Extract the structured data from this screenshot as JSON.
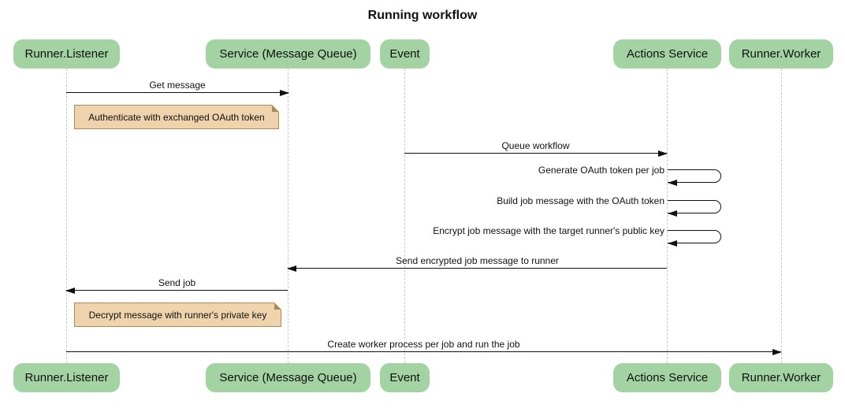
{
  "title": "Running workflow",
  "diagram_type": "sequence",
  "participants": [
    {
      "id": "runner-listener",
      "label": "Runner.Listener"
    },
    {
      "id": "service-message-queue",
      "label": "Service (Message Queue)"
    },
    {
      "id": "event",
      "label": "Event"
    },
    {
      "id": "actions-service",
      "label": "Actions Service"
    },
    {
      "id": "runner-worker",
      "label": "Runner.Worker"
    }
  ],
  "messages": [
    {
      "kind": "arrow",
      "label": "Get message",
      "from": "Runner.Listener",
      "to": "Service (Message Queue)"
    },
    {
      "kind": "note",
      "label": "Authenticate with exchanged OAuth token",
      "over": "Runner.Listener"
    },
    {
      "kind": "arrow",
      "label": "Queue workflow",
      "from": "Event",
      "to": "Actions Service"
    },
    {
      "kind": "self",
      "label": "Generate OAuth token per job",
      "from": "Actions Service",
      "to": "Actions Service"
    },
    {
      "kind": "self",
      "label": "Build job message with the OAuth token",
      "from": "Actions Service",
      "to": "Actions Service"
    },
    {
      "kind": "self",
      "label": "Encrypt job message with the target runner's public key",
      "from": "Actions Service",
      "to": "Actions Service"
    },
    {
      "kind": "arrow",
      "label": "Send encrypted job message to runner",
      "from": "Actions Service",
      "to": "Service (Message Queue)"
    },
    {
      "kind": "arrow",
      "label": "Send job",
      "from": "Service (Message Queue)",
      "to": "Runner.Listener"
    },
    {
      "kind": "note",
      "label": "Decrypt message with runner's private key",
      "over": "Runner.Listener"
    },
    {
      "kind": "arrow",
      "label": "Create worker process per job and run the job",
      "from": "Runner.Listener",
      "to": "Runner.Worker"
    }
  ],
  "colors": {
    "participant_fill": "#a3d3a3",
    "note_fill": "#eed3ad",
    "note_border": "#aa8a55",
    "lifeline": "#c8c8c8",
    "arrow": "#111111",
    "background": "#ffffff"
  }
}
